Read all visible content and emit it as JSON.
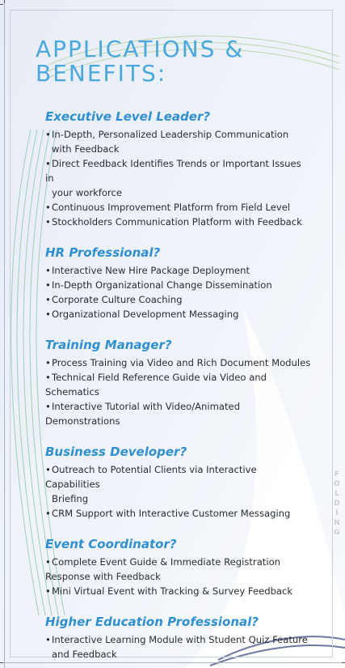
{
  "title": {
    "line1": "APPLICATIONS &",
    "line2": "BENEFITS:"
  },
  "sections": [
    {
      "heading": "Executive Level Leader?",
      "items": [
        "In-Depth, Personalized Leadership Communication",
        "with Feedback",
        "Direct Feedback Identifies Trends or Important Issues in",
        "your workforce",
        "Continuous Improvement Platform from Field Level",
        "Stockholders Communication Platform with Feedback"
      ]
    },
    {
      "heading": "HR Professional?",
      "items": [
        "Interactive New Hire Package Deployment",
        "In-Depth Organizational Change Dissemination",
        "Corporate Culture Coaching",
        "Organizational Development Messaging"
      ]
    },
    {
      "heading": "Training Manager?",
      "items": [
        "Process Training via Video and Rich Document Modules",
        "Technical Field Reference Guide via Video and Schematics",
        "Interactive Tutorial with Video/Animated Demonstrations"
      ]
    },
    {
      "heading": "Business Developer?",
      "items": [
        "Outreach to Potential Clients via Interactive Capabilities",
        "Briefing",
        "CRM Support with Interactive Customer Messaging"
      ]
    },
    {
      "heading": "Event Coordinator?",
      "items": [
        "Complete Event Guide & Immediate Registration",
        "Response with Feedback",
        "Mini Virtual Event with Tracking & Survey Feedback"
      ]
    },
    {
      "heading": "Higher Education Professional?",
      "items": [
        "Interactive Learning Module with Student Quiz Feature",
        "and Feedback"
      ]
    }
  ],
  "fold_label": "FOLDING",
  "colors": {
    "title": "#4aa8dd",
    "heading": "#2f8fd0",
    "body": "#2a2d33"
  }
}
